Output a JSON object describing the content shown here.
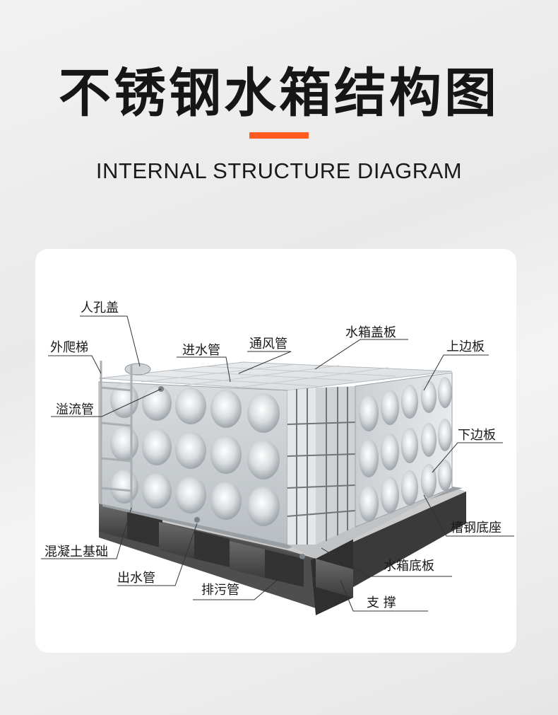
{
  "header": {
    "title": "不锈钢水箱结构图",
    "subtitle": "INTERNAL STRUCTURE DIAGRAM",
    "accent_color": "#ff5a1f"
  },
  "labels": {
    "manhole_cover": "人孔盖",
    "outer_ladder": "外爬梯",
    "inlet_pipe": "进水管",
    "vent_pipe": "通风管",
    "tank_cover_plate": "水箱盖板",
    "upper_edge_plate": "上边板",
    "overflow_pipe": "溢流管",
    "lower_edge_plate": "下边板",
    "channel_steel_base": "槽钢底座",
    "concrete_foundation": "混凝土基础",
    "tank_bottom_plate": "水箱底板",
    "outlet_pipe": "出水管",
    "drain_pipe": "排污管",
    "support": "支 撑"
  }
}
